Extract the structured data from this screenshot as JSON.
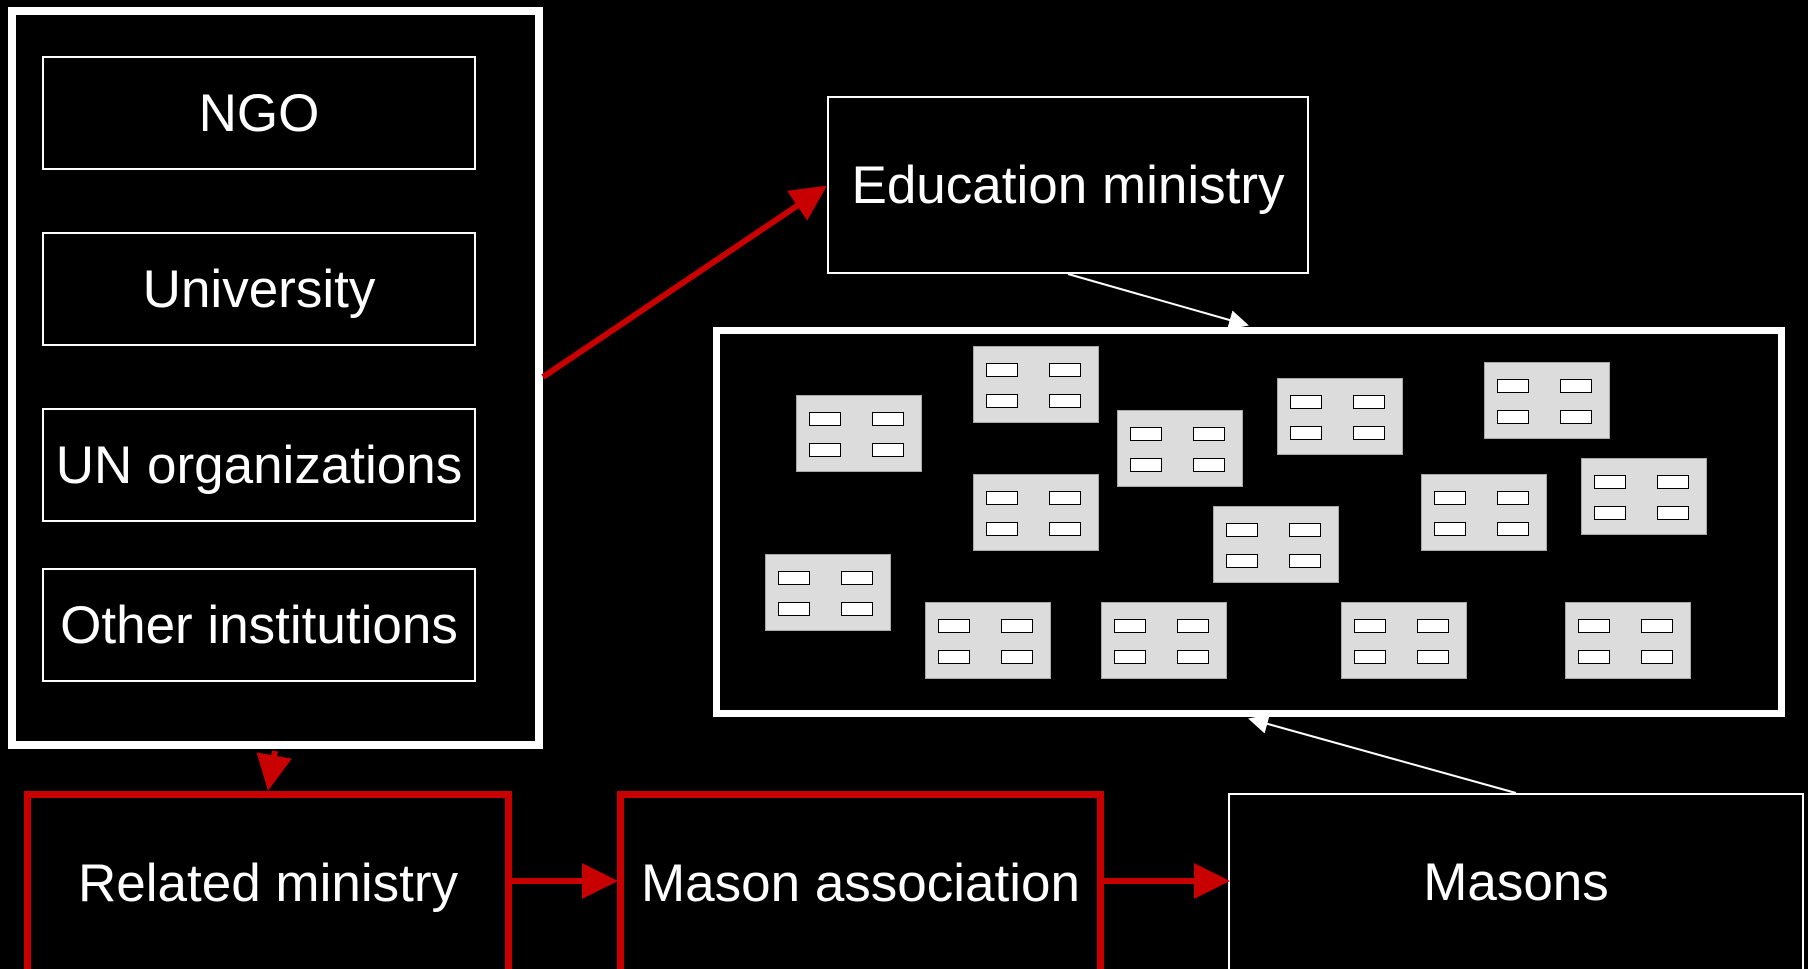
{
  "colors": {
    "background": "#000000",
    "foreground": "#ffffff",
    "accent": "#c80000",
    "school_fill": "#dcdcdc"
  },
  "institutions_group": {
    "items": [
      "NGO",
      "University",
      "UN organizations",
      "Other institutions"
    ]
  },
  "education_ministry": "Education ministry",
  "schools": {
    "count": 15,
    "icon": "school-building-icon"
  },
  "bottom_row": {
    "related_ministry": "Related ministry",
    "mason_association": "Mason association",
    "masons": "Masons"
  }
}
